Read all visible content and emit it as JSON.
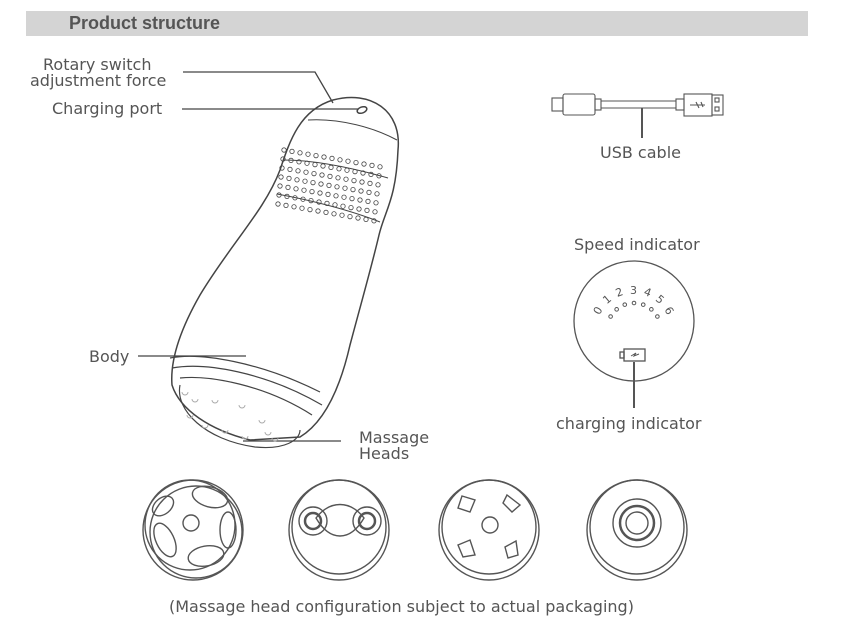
{
  "header": {
    "title": "Product structure"
  },
  "labels": {
    "rotary_switch_line1": "Rotary switch",
    "rotary_switch_line2": "adjustment force",
    "charging_port": "Charging port",
    "body": "Body",
    "massage_heads_line1": "Massage",
    "massage_heads_line2": "Heads",
    "usb_cable": "USB cable",
    "speed_indicator": "Speed indicator",
    "charging_indicator": "charging indicator"
  },
  "speed_levels": [
    "0",
    "1",
    "2",
    "3",
    "4",
    "5",
    "6"
  ],
  "massage_head_types": [
    "oval-pads",
    "twin-rollers",
    "four-ridges",
    "concentric-rings"
  ],
  "footer": {
    "note": "(Massage head configuration subject to actual packaging)"
  },
  "colors": {
    "header_bg": "#d4d4d4",
    "line": "#444444",
    "text": "#555555"
  }
}
